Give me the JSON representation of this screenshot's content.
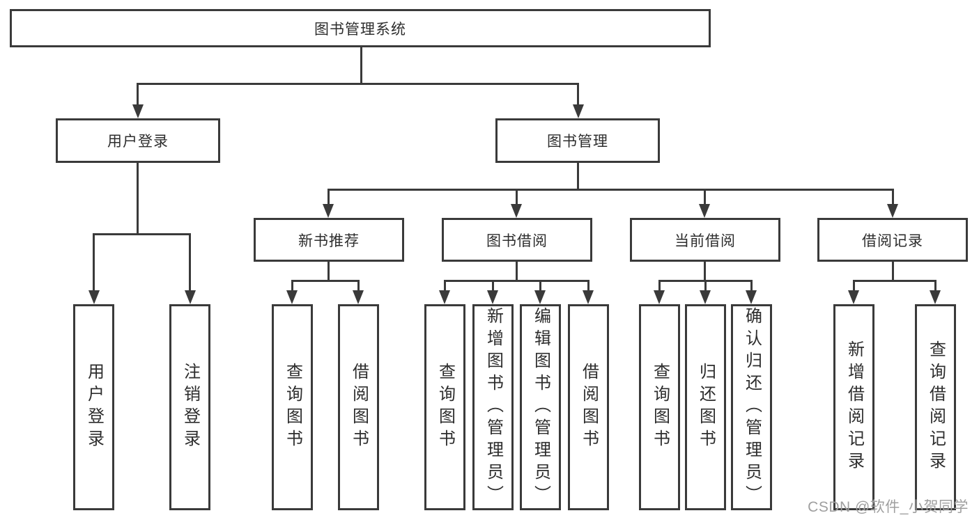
{
  "diagram_title": "图书管理系统",
  "tree": {
    "label": "图书管理系统",
    "children": [
      {
        "label": "用户登录",
        "children": [
          {
            "label": "用户登录"
          },
          {
            "label": "注销登录"
          }
        ]
      },
      {
        "label": "图书管理",
        "children": [
          {
            "label": "新书推荐",
            "children": [
              {
                "label": "查询图书"
              },
              {
                "label": "借阅图书"
              }
            ]
          },
          {
            "label": "图书借阅",
            "children": [
              {
                "label": "查询图书"
              },
              {
                "label": "新增图书（管理员）"
              },
              {
                "label": "编辑图书（管理员）"
              },
              {
                "label": "借阅图书"
              }
            ]
          },
          {
            "label": "当前借阅",
            "children": [
              {
                "label": "查询图书"
              },
              {
                "label": "归还图书"
              },
              {
                "label": "确认归还（管理员）"
              }
            ]
          },
          {
            "label": "借阅记录",
            "children": [
              {
                "label": "新增借阅记录"
              },
              {
                "label": "查询借阅记录"
              }
            ]
          }
        ]
      }
    ]
  },
  "watermark": {
    "text": "CSDN @软件_小贺同学"
  },
  "colors": {
    "line": "#3a3a3a",
    "box_border": "#3a3a3a",
    "text": "#2d2d2d",
    "watermark_text": "#9f9f9f",
    "background": "#ffffff"
  }
}
